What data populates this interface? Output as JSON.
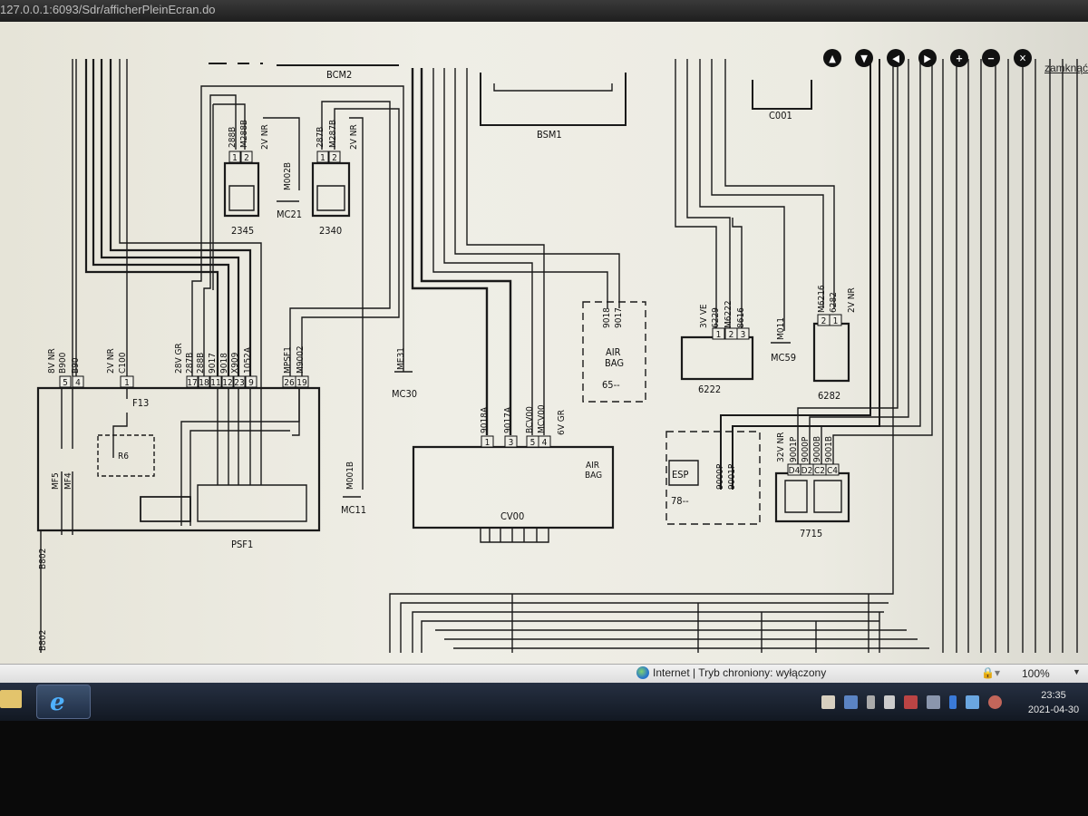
{
  "browser": {
    "url": "127.0.0.1:6093/Sdr/afficherPleinEcran.do",
    "close_link": "zamknąć",
    "status_zone": "Internet | Tryb chroniony: wyłączony",
    "zoom": "100%"
  },
  "toolbar": {
    "icons": [
      "arrow-up-icon",
      "arrow-down-icon",
      "arrow-left-icon",
      "arrow-right-icon",
      "zoom-in-icon",
      "zoom-out-icon",
      "fit-screen-icon"
    ]
  },
  "taskbar": {
    "time": "23:35",
    "date": "2021-04-30"
  },
  "diagram": {
    "components": {
      "psf1": "PSF1",
      "bcm2": "BCM2",
      "bsm1": "BSM1",
      "c001": "C001",
      "c2345": "2345",
      "c2340": "2340",
      "cv00": "CV00",
      "airbag_ref": "65--",
      "airbag_line1": "AIR",
      "airbag_line2": "BAG",
      "c6222": "6222",
      "c6282": "6282",
      "c7715": "7715",
      "esp_ref": "78--",
      "esp": "ESP",
      "f13": "F13",
      "r6": "R6",
      "mf5": "MF5",
      "mf4": "MF4"
    },
    "grounds": {
      "mc21": "MC21",
      "mc30": "MC30",
      "mc11": "MC11",
      "mc59": "MC59"
    },
    "wires": {
      "psf1_a": [
        "8V NR",
        "B900",
        "B90"
      ],
      "psf1_b": [
        "2V NR",
        "C100"
      ],
      "psf1_c": [
        "28V GR",
        "287B",
        "288B",
        "9017",
        "9018",
        "X909",
        "1052A"
      ],
      "psf1_d": [
        "MPSF1",
        "M9002"
      ],
      "b802": "B802",
      "c2345": [
        "288B",
        "M288B",
        "2V NR"
      ],
      "c2340": [
        "287B",
        "M287B",
        "2V NR"
      ],
      "mc21": "M002B",
      "mc30": "ME31",
      "mc11": "M001B",
      "cv00": [
        "9018A",
        "9017A",
        "BCV00",
        "MCV00",
        "6V GR"
      ],
      "airbag": [
        "9018",
        "9017"
      ],
      "c6222": [
        "3V VE",
        "6229",
        "M6222",
        "8616"
      ],
      "mc59": "M011",
      "c6282": [
        "M6216",
        "6282",
        "2V NR"
      ],
      "esp": [
        "9000P",
        "9001P"
      ],
      "c7715": [
        "32V NR",
        "9001P",
        "9000P",
        "9000B",
        "9001B"
      ]
    },
    "pins": {
      "psf1": [
        "5",
        "4",
        "1",
        "17",
        "18",
        "11",
        "12",
        "23",
        "9",
        "26",
        "19"
      ],
      "c2345": [
        "1",
        "2"
      ],
      "c2340": [
        "1",
        "2"
      ],
      "cv00": [
        "1",
        "3",
        "5",
        "4"
      ],
      "c6222": [
        "1",
        "2",
        "3"
      ],
      "c6282": [
        "2",
        "1"
      ],
      "c7715": [
        "D4",
        "D2",
        "C2",
        "C4"
      ]
    }
  }
}
